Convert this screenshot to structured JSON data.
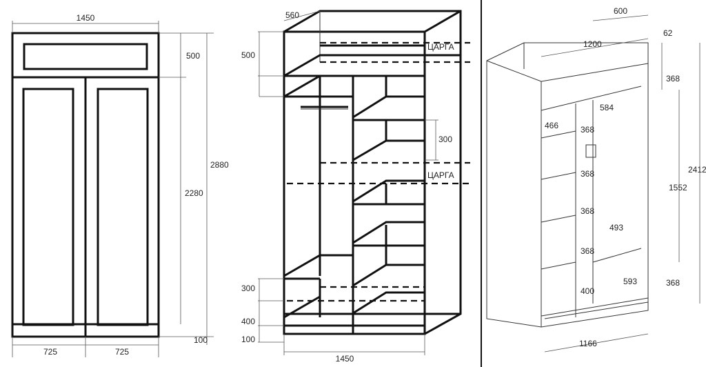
{
  "front": {
    "width": "1450",
    "top_height": "500",
    "total_height": "2880",
    "door_height": "2280",
    "plinth": "100",
    "half_left": "725",
    "half_right": "725"
  },
  "inside": {
    "depth": "560",
    "top_height": "500",
    "tsarga_top": "ЦАРГА",
    "shelf_gap": "300",
    "tsarga_mid": "ЦАРГА",
    "bottom_300": "300",
    "bottom_400": "400",
    "plinth": "100",
    "width": "1450"
  },
  "iso": {
    "depth": "600",
    "width": "1200",
    "top_gap": "62",
    "top_shelf": "368",
    "shelf_depth": "584",
    "left_shelf": "466",
    "col_a": "368",
    "col_b": "368",
    "col_c": "368",
    "col_d": "368",
    "col_e": "400",
    "middle_height": "1552",
    "total_height": "2412",
    "right_depth": "493",
    "bottom_depth": "593",
    "bottom_height": "368",
    "inner_width": "1166"
  },
  "colors": {
    "line": "#111111",
    "paper": "#ffffff"
  }
}
